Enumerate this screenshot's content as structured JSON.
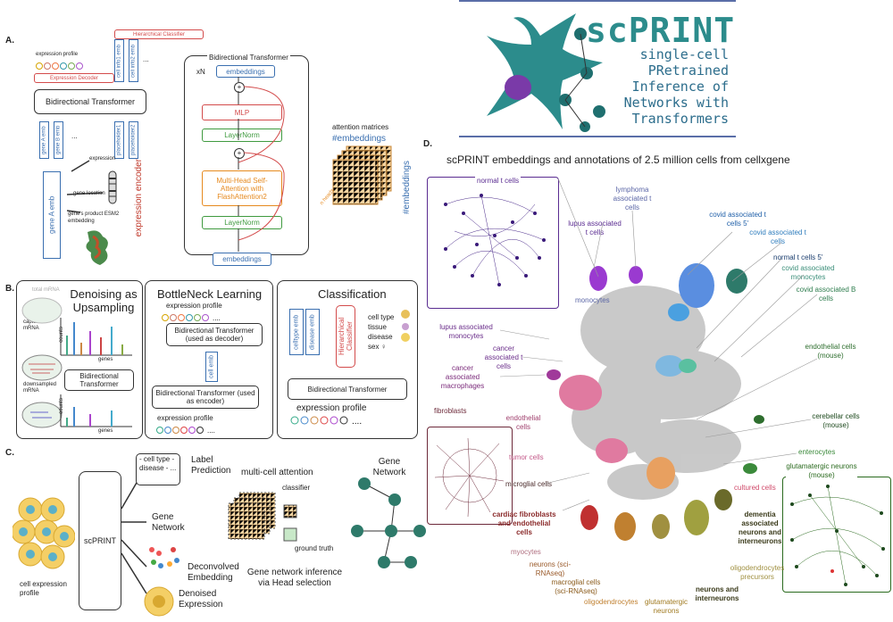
{
  "panel_a": {
    "label": "A.",
    "hier_classifier": "Hierarchical Classifier",
    "expr_profile": "expression profile",
    "expr_decoder": "Expression Decoder",
    "bidir": "Bidirectional Transformer",
    "cell_info_1": "cell info1 emb",
    "cell_info_2": "cell info2 emb",
    "gene_a": "gene A emb",
    "gene_b": "gene B emb",
    "placeholder1": "placeholder1",
    "placeholder2": "placeholder2",
    "expression": "expression",
    "gene_location": "gene location",
    "gene_product": "gene's product ESM2 embedding",
    "gene_a_emb": "gene A emb",
    "expr_encoder": "expression encoder",
    "dots": "...",
    "xn": "xN",
    "t_title": "Bidirectional Transformer",
    "t_embeddings_top": "embeddings",
    "t_mlp": "MLP",
    "t_layernorm": "LayerNorm",
    "t_mha": "Multi-Head Self-Attention with FlashAttention2",
    "t_layernorm2": "LayerNorm",
    "t_embeddings_bottom": "embeddings",
    "attn_label": "attention matrices",
    "hash_emb": "#embeddings",
    "hash_emb_vert": "#embeddings",
    "nheads": "n heads"
  },
  "logo": {
    "title": "scPRINT",
    "line1": "single-cell",
    "line2": "PRetrained",
    "line3": "Inference of",
    "line4": "Networks with",
    "line5": "Transformers"
  },
  "panel_b": {
    "label": "B.",
    "denoise_title": "Denoising as Upsampling",
    "total_mrna": "total mRNA",
    "captured": "captured mRNA",
    "downsampled": "downsampled mRNA",
    "counts": "counts",
    "genes": "genes",
    "bidir": "Bidirectional Transformer",
    "bottleneck_title": "BottleNeck Learning",
    "expr_profile": "expression profile",
    "decoder": "Bidirectional Transformer (used as decoder)",
    "cell_emb": "cell emb",
    "encoder": "Bidirectional Transformer (used as encoder)",
    "expr_profile2": "expression profile",
    "class_title": "Classification",
    "celltype_emb": "celltype emb",
    "disease_emb": "disease emb",
    "hier_classifier": "Hierarchical Classifier",
    "class_items": "cell type tissue disease sex ♀",
    "bidir2": "Bidirectional Transformer",
    "expr_profile3": "expression profile"
  },
  "panel_c": {
    "label": "C.",
    "cell_expr": "cell expression profile",
    "scprint": "scPRINT",
    "cell_type_list": "- cell type - disease - ...",
    "label_pred": "Label Prediction",
    "multi_cell": "multi-cell attention",
    "gene_network": "Gene Network",
    "classifier": "classifier",
    "ground_truth": "ground truth",
    "gene_network_title": "Gene Network",
    "deconv": "Deconvolved Embedding",
    "gn_inference": "Gene network inference via Head selection",
    "denoised": "Denoised Expression"
  },
  "panel_d": {
    "label": "D.",
    "title": "scPRINT embeddings and annotations of 2.5 million cells from cellxgene",
    "labels": [
      {
        "text": "normal t cells",
        "color": "#5a2c91"
      },
      {
        "text": "lymphoma associated t cells",
        "color": "#5b66a6"
      },
      {
        "text": "lupus associated t cells",
        "color": "#5a2c91"
      },
      {
        "text": "covid associated t cells 5'",
        "color": "#1f5fa8"
      },
      {
        "text": "covid associated t cells",
        "color": "#2f7dbd"
      },
      {
        "text": "normal t cells 5'",
        "color": "#1a3d6e"
      },
      {
        "text": "covid associated monocytes",
        "color": "#3c8f7a"
      },
      {
        "text": "covid associated B cells",
        "color": "#2e7d4e"
      },
      {
        "text": "monocytes",
        "color": "#5b66a6"
      },
      {
        "text": "lupus associated monocytes",
        "color": "#6a2d8a"
      },
      {
        "text": "cancer associated t cells",
        "color": "#6a2d8a"
      },
      {
        "text": "cancer associated macrophages",
        "color": "#7a2a7a"
      },
      {
        "text": "endothelial cells (mouse)",
        "color": "#2e6e2e"
      },
      {
        "text": "fibroblasts",
        "color": "#6d2a3a"
      },
      {
        "text": "endothelial cells",
        "color": "#a0406e"
      },
      {
        "text": "cerebellar cells (mouse)",
        "color": "#1e4a1e"
      },
      {
        "text": "tumor cells",
        "color": "#c45a8a"
      },
      {
        "text": "enterocytes",
        "color": "#3b8a3b"
      },
      {
        "text": "microglial cells",
        "color": "#4a2a2a"
      },
      {
        "text": "cultured cells",
        "color": "#d04a6a"
      },
      {
        "text": "glutamatergic neurons (mouse)",
        "color": "#2a6a1e"
      },
      {
        "text": "cardiac fibroblasts and endothelial cells",
        "color": "#8a2a2a"
      },
      {
        "text": "dementia associated neurons and interneurons",
        "color": "#3a3a1a"
      },
      {
        "text": "myocytes",
        "color": "#b07080"
      },
      {
        "text": "neurons (sci-RNAseq)",
        "color": "#9a5a2a"
      },
      {
        "text": "macroglial cells (sci-RNAseq)",
        "color": "#8a5a1a"
      },
      {
        "text": "oligodendrocytes precursors",
        "color": "#a09040"
      },
      {
        "text": "oligodendrocytes",
        "color": "#c08030"
      },
      {
        "text": "glutamatergic neurons",
        "color": "#a07a20"
      },
      {
        "text": "neurons and interneurons",
        "color": "#3a3a1a"
      }
    ]
  }
}
